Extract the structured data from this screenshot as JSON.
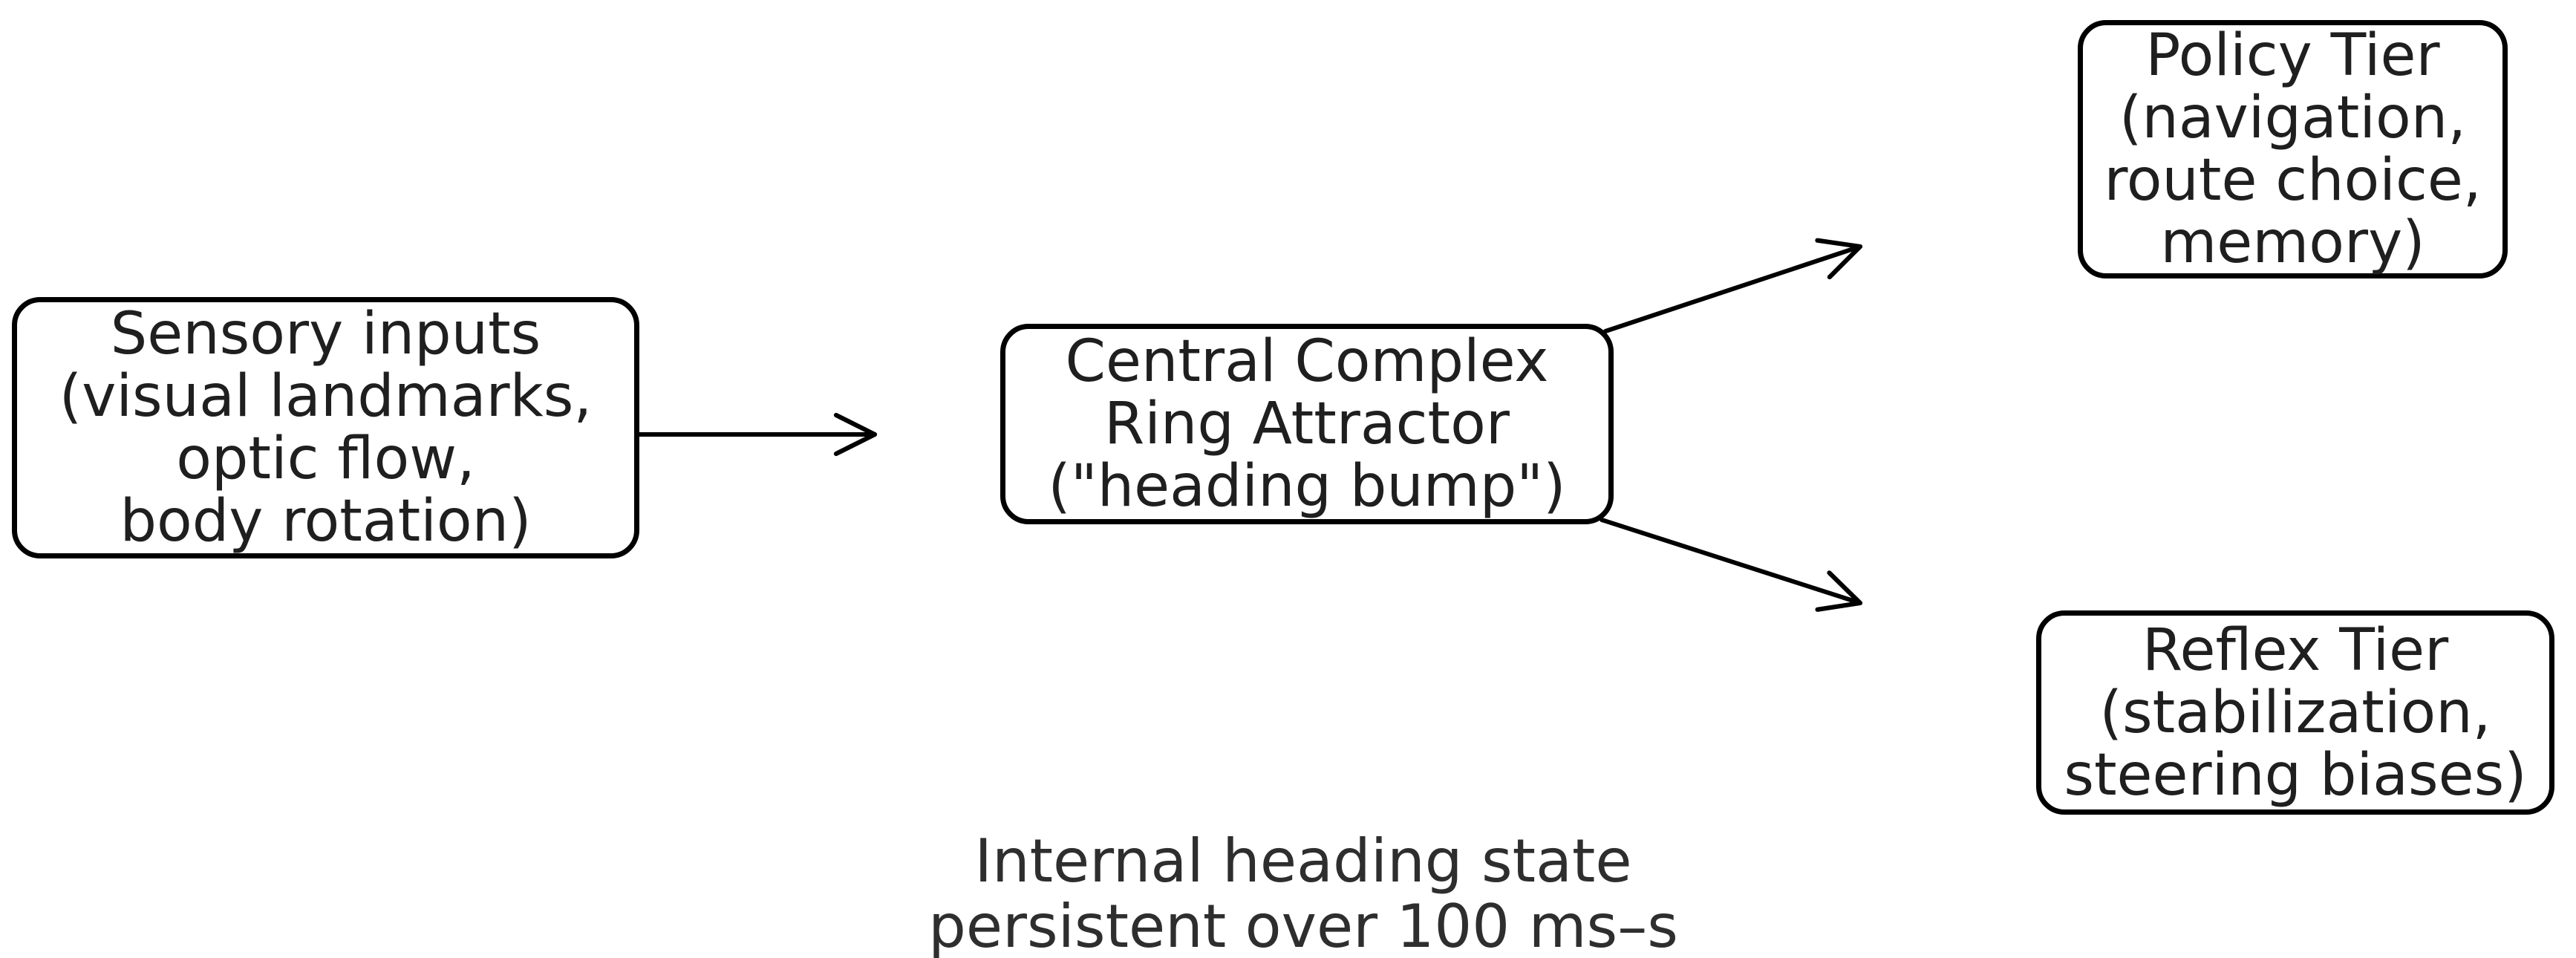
{
  "diagram": {
    "background_color": "#ffffff",
    "stroke_color": "#000000",
    "text_color": "#1f1f1f",
    "nodes": {
      "sensory": {
        "lines": [
          "Sensory inputs",
          "(visual landmarks,",
          "optic flow,",
          "body rotation)"
        ]
      },
      "central": {
        "lines": [
          "Central Complex",
          "Ring Attractor",
          "(\"heading bump\")"
        ]
      },
      "policy": {
        "lines": [
          "Policy Tier",
          "(navigation,",
          "route choice,",
          "memory)"
        ]
      },
      "reflex": {
        "lines": [
          "Reflex Tier",
          "(stabilization,",
          "steering biases)"
        ]
      }
    },
    "edges": [
      {
        "from": "sensory",
        "to": "central"
      },
      {
        "from": "central",
        "to": "policy"
      },
      {
        "from": "central",
        "to": "reflex"
      }
    ],
    "caption": {
      "lines": [
        "Internal heading state",
        "persistent over 100 ms–s"
      ]
    }
  }
}
